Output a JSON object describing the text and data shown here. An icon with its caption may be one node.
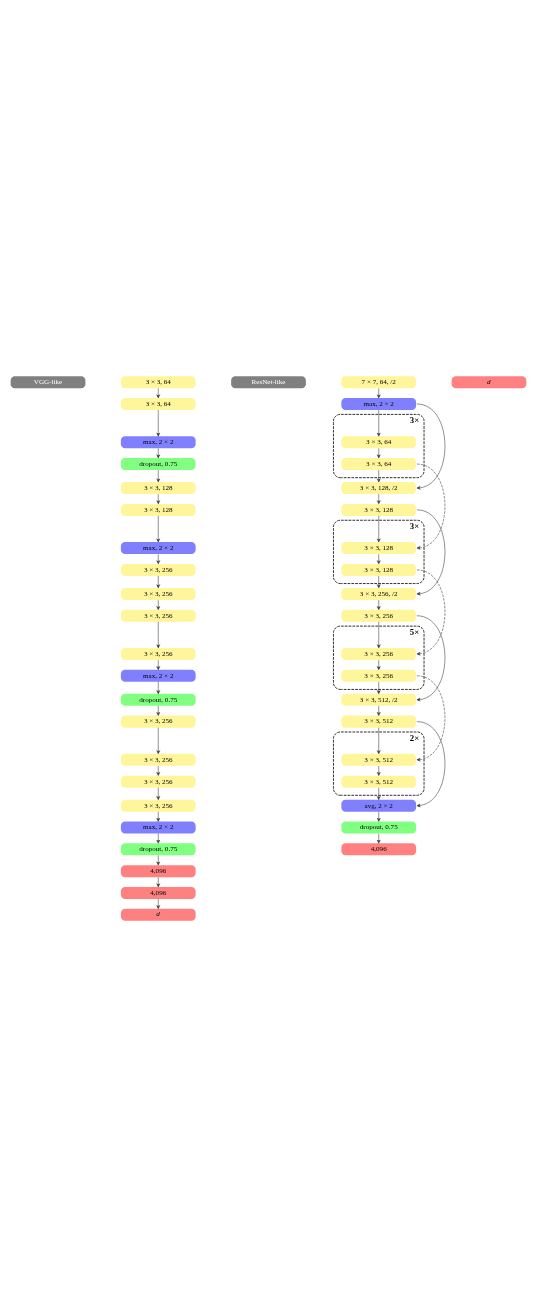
{
  "diagram": {
    "nodes": [
      {
        "text": [
          "VGG-like"
        ]
      },
      {
        "text": [
          "3 × 3, 64"
        ]
      },
      {
        "text": [
          "3 × 3, 64"
        ]
      },
      {
        "text": [
          "max, 2 × 2"
        ]
      },
      {
        "text": [
          "dropout, 0.75"
        ]
      },
      {
        "text": [
          "3 × 3, 128"
        ]
      },
      {
        "text": [
          "3 × 3, 128"
        ]
      },
      {
        "text": [
          "max, 2 × 2"
        ]
      },
      {
        "text": [
          "3 × 3, 256"
        ]
      },
      {
        "text": [
          "3 × 3, 256"
        ]
      },
      {
        "text": [
          "3 × 3, 256"
        ]
      },
      {
        "text": [
          "3 × 3, 256"
        ]
      },
      {
        "text": [
          "max, 2 × 2"
        ]
      },
      {
        "text": [
          "dropout, 0.75"
        ]
      },
      {
        "text": [
          "3 × 3, 256"
        ]
      },
      {
        "text": [
          "3 × 3, 256"
        ]
      },
      {
        "text": [
          "3 × 3, 256"
        ]
      },
      {
        "text": [
          "3 × 3, 256"
        ]
      },
      {
        "text": [
          "max, 2 × 2"
        ]
      },
      {
        "text": [
          "dropout, 0.75"
        ]
      },
      {
        "text": [
          "4,096"
        ]
      },
      {
        "text": [
          "4,096"
        ]
      },
      {
        "text": [
          "d"
        ]
      },
      {
        "text": [
          "ResNet-like"
        ]
      },
      {
        "text": [
          "7 × 7, 64, /2"
        ]
      },
      {
        "text": [
          "max, 2 × 2"
        ]
      },
      {
        "text": [
          "3×"
        ]
      },
      {
        "text": [
          "3 × 3, 64"
        ],
        "in": 26
      },
      {
        "text": [
          "3 × 3, 64"
        ],
        "in": 26
      },
      {
        "text": [
          "3 × 3, 128, /2"
        ]
      },
      {
        "text": [
          "3 × 3, 128"
        ]
      },
      {
        "text": [
          "3×"
        ]
      },
      {
        "text": [
          "3 × 3, 128"
        ],
        "in": 31
      },
      {
        "text": [
          "3 × 3, 128"
        ],
        "in": 31
      },
      {
        "text": [
          "3 × 3, 256, /2"
        ]
      },
      {
        "text": [
          "3 × 3, 256"
        ]
      },
      {
        "text": [
          "5×"
        ]
      },
      {
        "text": [
          "3 × 3, 256"
        ],
        "in": 36
      },
      {
        "text": [
          "3 × 3, 256"
        ],
        "in": 36
      },
      {
        "text": [
          "3 × 3, 512, /2"
        ]
      },
      {
        "text": [
          "3 × 3, 512"
        ]
      },
      {
        "text": [
          "2×"
        ]
      },
      {
        "text": [
          "3 × 3, 512"
        ],
        "in": 41
      },
      {
        "text": [
          "3 × 3, 512"
        ],
        "in": 41
      },
      {
        "text": [
          "avg, 2 × 2"
        ]
      },
      {
        "text": [
          "dropout, 0.75"
        ]
      },
      {
        "text": [
          "4,096"
        ]
      },
      {
        "text": [
          "d"
        ]
      }
    ],
    "edges": [
      {
        "from": 1,
        "to": 2,
        "arrow": "to"
      },
      {
        "from": 2,
        "to": 3,
        "arrow": "to"
      },
      {
        "from": 3,
        "to": 4,
        "arrow": "to"
      },
      {
        "from": 4,
        "to": 5,
        "arrow": "to"
      },
      {
        "from": 5,
        "to": 6,
        "arrow": "to"
      },
      {
        "from": 6,
        "to": 7,
        "arrow": "to"
      },
      {
        "from": 7,
        "to": 8,
        "arrow": "to"
      },
      {
        "from": 8,
        "to": 9,
        "arrow": "to"
      },
      {
        "from": 9,
        "to": 10,
        "arrow": "to"
      },
      {
        "from": 10,
        "to": 11,
        "arrow": "to"
      },
      {
        "from": 11,
        "to": 12,
        "arrow": "to"
      },
      {
        "from": 12,
        "to": 13,
        "arrow": "to"
      },
      {
        "from": 13,
        "to": 14,
        "arrow": "to"
      },
      {
        "from": 14,
        "to": 15,
        "arrow": "to"
      },
      {
        "from": 15,
        "to": 16,
        "arrow": "to"
      },
      {
        "from": 16,
        "to": 17,
        "arrow": "to"
      },
      {
        "from": 17,
        "to": 18,
        "arrow": "to"
      },
      {
        "from": 18,
        "to": 19,
        "arrow": "to"
      },
      {
        "from": 19,
        "to": 20,
        "arrow": "to"
      },
      {
        "from": 20,
        "to": 21,
        "arrow": "to"
      },
      {
        "from": 21,
        "to": 22,
        "arrow": "to"
      },
      {
        "from": 24,
        "to": 25,
        "arrow": "to"
      },
      {
        "from": 25,
        "to": 27,
        "arrow": "to"
      },
      {
        "from": 27,
        "to": 28,
        "arrow": "to"
      },
      {
        "from": 28,
        "to": 29,
        "arrow": "to"
      },
      {
        "from": 29,
        "to": 30,
        "arrow": "to"
      },
      {
        "from": 30,
        "to": 32,
        "arrow": "to"
      },
      {
        "from": 32,
        "to": 33,
        "arrow": "to"
      },
      {
        "from": 33,
        "to": 34,
        "arrow": "to"
      },
      {
        "from": 34,
        "to": 35,
        "arrow": "to"
      },
      {
        "from": 35,
        "to": 37,
        "arrow": "to"
      },
      {
        "from": 37,
        "to": 38,
        "arrow": "to"
      },
      {
        "from": 38,
        "to": 39,
        "arrow": "to"
      },
      {
        "from": 39,
        "to": 40,
        "arrow": "to"
      },
      {
        "from": 40,
        "to": 42,
        "arrow": "to"
      },
      {
        "from": 42,
        "to": 43,
        "arrow": "to"
      },
      {
        "from": 43,
        "to": 44,
        "arrow": "to"
      },
      {
        "from": 44,
        "to": 45,
        "arrow": "to"
      },
      {
        "from": 45,
        "to": 46,
        "arrow": "to"
      },
      {
        "from": 25,
        "to": 29,
        "arrow": "to"
      },
      {
        "from": 28,
        "to": 32,
        "arrow": "to",
        "style": "dashed"
      },
      {
        "from": 30,
        "to": 34,
        "arrow": "to"
      },
      {
        "from": 33,
        "to": 37,
        "arrow": "to",
        "style": "dashed"
      },
      {
        "from": 35,
        "to": 39,
        "arrow": "to"
      },
      {
        "from": 38,
        "to": 42,
        "arrow": "to",
        "style": "dashed"
      },
      {
        "from": 40,
        "to": 44,
        "arrow": "to"
      }
    ]
  }
}
